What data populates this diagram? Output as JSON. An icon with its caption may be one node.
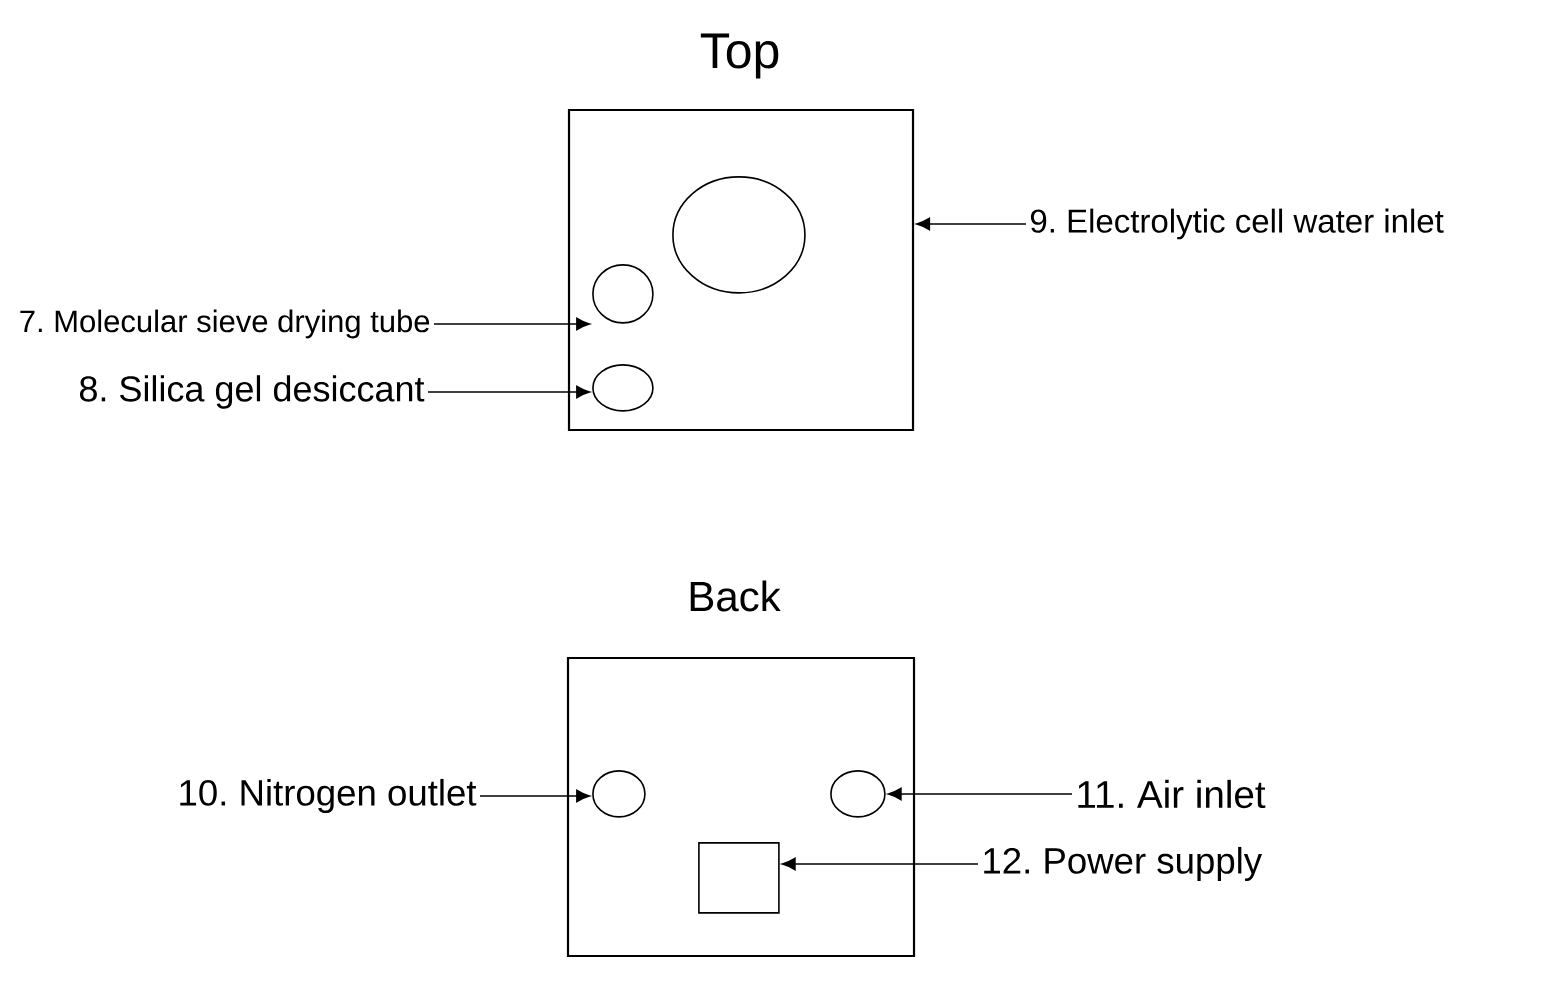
{
  "diagram": {
    "nodes": [
      {
        "text": [
          "Top"
        ]
      },
      {
        "text": [],
        "shape": "circle",
        "in": 0
      },
      {
        "text": [],
        "shape": "circle",
        "in": 0
      },
      {
        "text": [],
        "shape": "circle",
        "in": 0
      },
      {
        "text": [
          "7. Molecular sieve drying tube"
        ]
      },
      {
        "text": [
          "8. Silica gel desiccant"
        ]
      },
      {
        "text": [
          "9. Electrolytic cell water inlet"
        ]
      },
      {
        "text": [
          "Back"
        ]
      },
      {
        "text": [],
        "shape": "circle",
        "in": 7
      },
      {
        "text": [],
        "shape": "circle",
        "in": 7
      },
      {
        "text": [],
        "shape": "box",
        "in": 7
      },
      {
        "text": [
          "10. Nitrogen outlet"
        ]
      },
      {
        "text": [
          "11. Air inlet"
        ]
      },
      {
        "text": [
          "12. Power supply"
        ]
      }
    ],
    "edges": [
      {
        "from": 4,
        "to": 2,
        "arrow": "to"
      },
      {
        "from": 5,
        "to": 3,
        "arrow": "to"
      },
      {
        "from": 6,
        "to": 0,
        "arrow": "to"
      },
      {
        "from": 11,
        "to": 8,
        "arrow": "to"
      },
      {
        "from": 12,
        "to": 9,
        "arrow": "to"
      },
      {
        "from": 13,
        "to": 10,
        "arrow": "to"
      }
    ]
  }
}
